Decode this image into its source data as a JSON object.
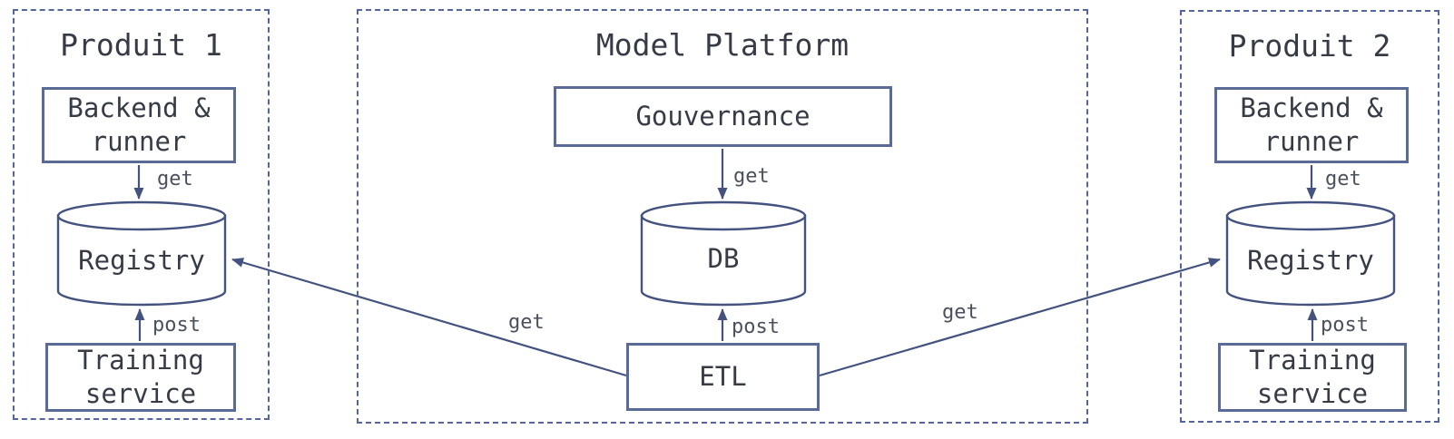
{
  "colors": {
    "line": "#43527e",
    "node_border": "#5a6a96",
    "group_border": "#5565a0",
    "text": "#363b46",
    "edge_label_text": "#4a505c",
    "background": "#ffffff"
  },
  "groups": {
    "produit1": {
      "title": "Produit 1"
    },
    "platform": {
      "title": "Model Platform"
    },
    "produit2": {
      "title": "Produit 2"
    }
  },
  "nodes": {
    "backend1": {
      "lines": [
        "Backend &",
        "runner"
      ]
    },
    "registry1": {
      "label": "Registry"
    },
    "training1": {
      "lines": [
        "Training",
        "service"
      ]
    },
    "gouvernance": {
      "label": "Gouvernance"
    },
    "db": {
      "label": "DB"
    },
    "etl": {
      "label": "ETL"
    },
    "backend2": {
      "lines": [
        "Backend &",
        "runner"
      ]
    },
    "registry2": {
      "label": "Registry"
    },
    "training2": {
      "lines": [
        "Training",
        "service"
      ]
    }
  },
  "edges": {
    "backend1_to_registry1": {
      "label": "get"
    },
    "training1_to_registry1": {
      "label": "post"
    },
    "gouvernance_to_db": {
      "label": "get"
    },
    "etl_to_db": {
      "label": "post"
    },
    "etl_to_registry1": {
      "label": "get"
    },
    "etl_to_registry2": {
      "label": "get"
    },
    "backend2_to_registry2": {
      "label": "get"
    },
    "training2_to_registry2": {
      "label": "post"
    }
  }
}
